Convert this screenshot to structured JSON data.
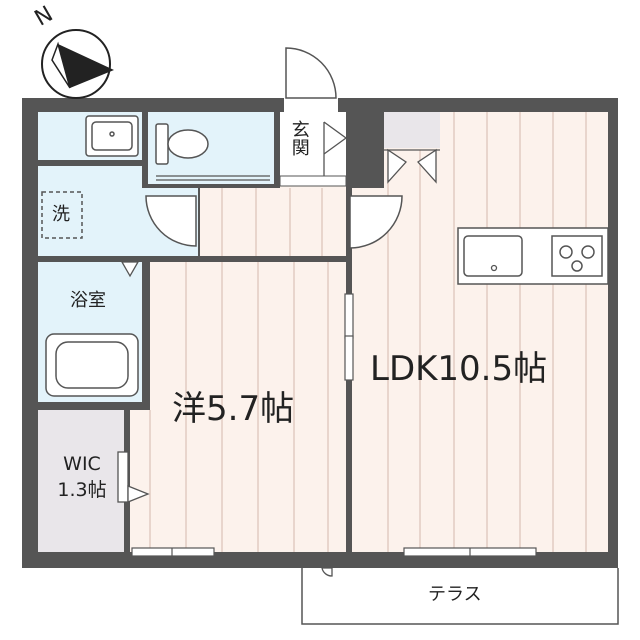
{
  "compass": {
    "label": "N"
  },
  "rooms": {
    "entrance": "玄関",
    "washroom": "洗",
    "bathroom": "浴室",
    "wic_name": "WIC",
    "wic_size": "1.3帖",
    "western": "洋5.7帖",
    "ldk": "LDK10.5帖",
    "terrace": "テラス"
  },
  "colors": {
    "wall": "#555555",
    "tile": "#e3f3fa",
    "floor": "#fcf2ec",
    "floor_lines": "#dcc2b8",
    "closet": "#e9e6ea",
    "fixture_line": "#555555"
  }
}
